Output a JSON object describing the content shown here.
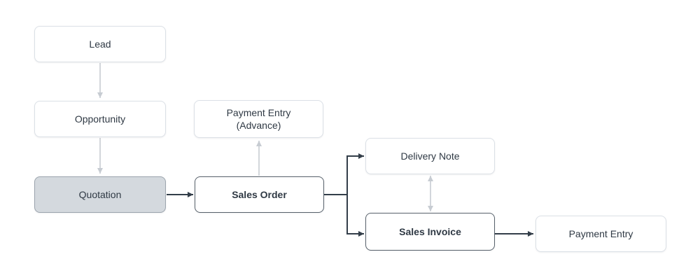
{
  "diagram": {
    "type": "flowchart",
    "nodes": {
      "lead": {
        "label": "Lead",
        "style": "default"
      },
      "opportunity": {
        "label": "Opportunity",
        "style": "default"
      },
      "quotation": {
        "label": "Quotation",
        "style": "highlighted"
      },
      "payment_entry_advance": {
        "label": "Payment Entry",
        "label_line2": "(Advance)",
        "style": "default"
      },
      "sales_order": {
        "label": "Sales Order",
        "style": "emphasized"
      },
      "delivery_note": {
        "label": "Delivery Note",
        "style": "default"
      },
      "sales_invoice": {
        "label": "Sales Invoice",
        "style": "emphasized"
      },
      "payment_entry": {
        "label": "Payment Entry",
        "style": "default"
      }
    },
    "edges": [
      {
        "from": "lead",
        "to": "opportunity",
        "color": "light",
        "arrow": "single"
      },
      {
        "from": "opportunity",
        "to": "quotation",
        "color": "light",
        "arrow": "single"
      },
      {
        "from": "quotation",
        "to": "sales_order",
        "color": "dark",
        "arrow": "single"
      },
      {
        "from": "sales_order",
        "to": "payment_entry_advance",
        "color": "light",
        "arrow": "single"
      },
      {
        "from": "sales_order",
        "to": "delivery_note",
        "color": "dark",
        "arrow": "single"
      },
      {
        "from": "sales_order",
        "to": "sales_invoice",
        "color": "dark",
        "arrow": "single"
      },
      {
        "from": "delivery_note",
        "to": "sales_invoice",
        "color": "light",
        "arrow": "double"
      },
      {
        "from": "sales_invoice",
        "to": "payment_entry",
        "color": "dark",
        "arrow": "single"
      }
    ],
    "colors": {
      "background": "#ffffff",
      "text": "#2f3944",
      "dark_edge": "#333e49",
      "light_edge": "#c7ccd2",
      "node_border": "#dbe0e6",
      "node_border_strong": "#57616b",
      "highlight_fill": "#d4d9de",
      "highlight_border": "#9ba4ad"
    }
  }
}
